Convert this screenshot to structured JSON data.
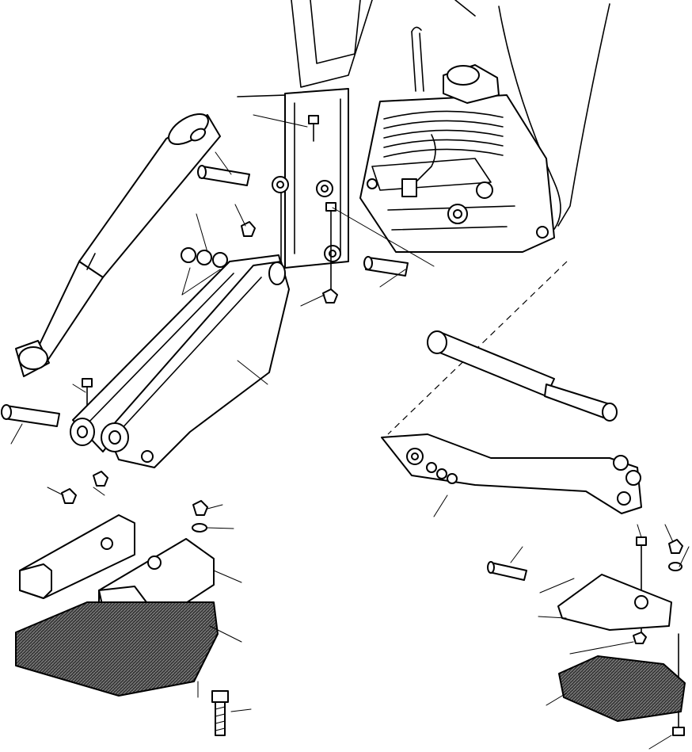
{
  "figure": {
    "kind": "exploded-parts-illustration",
    "description_text": "",
    "colors": {
      "line": "#000000",
      "background": "#ffffff",
      "shade": "#3a3a3a"
    }
  },
  "parts": [
    {
      "id": "lift-cylinder-left",
      "icon": "hydraulic-cylinder-icon"
    },
    {
      "id": "lift-cylinder-right",
      "icon": "hydraulic-cylinder-icon"
    },
    {
      "id": "loader-arm-left",
      "icon": "lift-arm-icon"
    },
    {
      "id": "loader-arm-right",
      "icon": "lift-arm-icon"
    },
    {
      "id": "bucket-mount-left",
      "icon": "mounting-bracket-icon"
    },
    {
      "id": "bucket-mount-right",
      "icon": "mounting-bracket-icon"
    },
    {
      "id": "rubber-pad-left",
      "icon": "rubber-pad-icon"
    },
    {
      "id": "rubber-pad-right",
      "icon": "rubber-pad-icon"
    },
    {
      "id": "frame-bracket",
      "icon": "frame-bracket-icon"
    },
    {
      "id": "pivot-pins",
      "icon": "pin-icon"
    },
    {
      "id": "bolts",
      "icon": "bolt-icon"
    },
    {
      "id": "nuts",
      "icon": "nut-icon"
    },
    {
      "id": "bushings",
      "icon": "bushing-icon"
    }
  ]
}
